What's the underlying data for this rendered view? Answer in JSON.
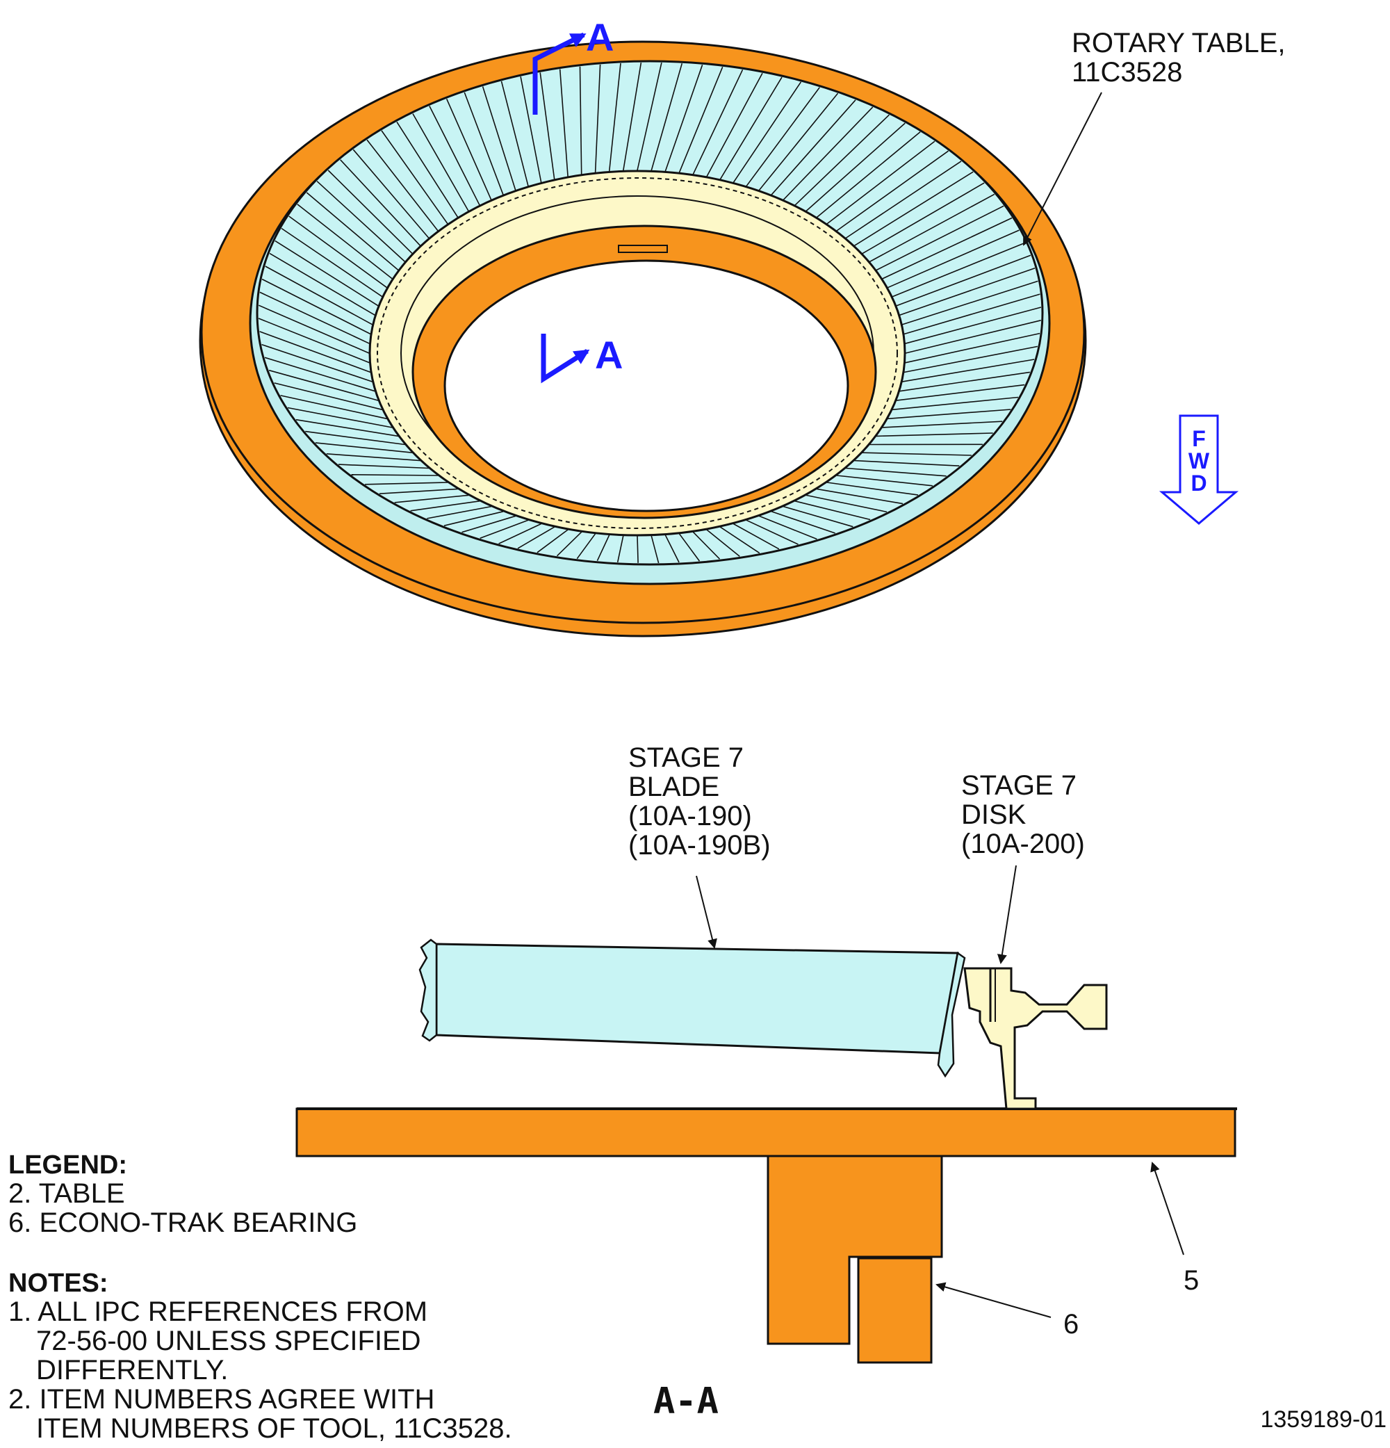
{
  "colors": {
    "table": "#f7941d",
    "blade": "#c8f4f4",
    "disk": "#fdf8c8",
    "section_marker": "#1a1aff",
    "line": "#111111"
  },
  "top_view": {
    "section_marker_top": "A",
    "section_marker_bottom": "A",
    "rotary_table_label": [
      "ROTARY TABLE,",
      "11C3528"
    ],
    "fwd_label": [
      "F",
      "W",
      "D"
    ]
  },
  "section_view": {
    "blade_label": [
      "STAGE 7",
      "BLADE",
      "(10A-190)",
      "(10A-190B)"
    ],
    "disk_label": [
      "STAGE 7",
      "DISK",
      "(10A-200)"
    ],
    "item_5": "5",
    "item_6": "6",
    "title": "A-A"
  },
  "legend": {
    "heading": "LEGEND:",
    "items": [
      "2. TABLE",
      "6. ECONO-TRAK BEARING"
    ]
  },
  "notes": {
    "heading": "NOTES:",
    "lines": [
      "1. ALL IPC REFERENCES FROM",
      "72-56-00 UNLESS SPECIFIED",
      "DIFFERENTLY.",
      "2. ITEM NUMBERS AGREE WITH",
      "ITEM NUMBERS OF TOOL, 11C3528."
    ]
  },
  "figure_id": "1359189-01"
}
